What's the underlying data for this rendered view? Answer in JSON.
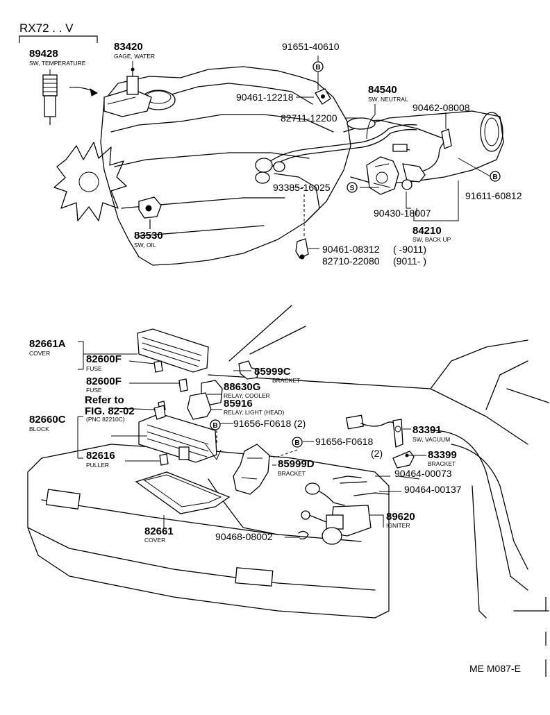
{
  "model": "RX72 . . V",
  "figure_code": "ME M087-E",
  "callouts": {
    "p89428": {
      "num": "89428",
      "desc": "SW, TEMPERATURE"
    },
    "p83420": {
      "num": "83420",
      "desc": "GAGE, WATER"
    },
    "p91651": {
      "num": "91651-40610"
    },
    "p90461a": {
      "num": "90461-12218"
    },
    "p84540": {
      "num": "84540",
      "desc": "SW, NEUTRAL"
    },
    "p82711": {
      "num": "82711-12200"
    },
    "p90462": {
      "num": "90462-08008"
    },
    "p93385": {
      "num": "93385-16025"
    },
    "p91611": {
      "num": "91611-60812"
    },
    "p90430": {
      "num": "90430-18007"
    },
    "p84210": {
      "num": "84210",
      "desc": "SW, BACK UP"
    },
    "p83530": {
      "num": "83530",
      "desc": "SW, OIL"
    },
    "p90461b": {
      "num": "90461-08312",
      "range": "(      -9011)"
    },
    "p82710": {
      "num": "82710-22080",
      "range": "(9011-      )"
    },
    "p82661A": {
      "num": "82661A",
      "desc": "COVER"
    },
    "p82600F1": {
      "num": "82600F",
      "desc": "FUSE"
    },
    "p82600F2": {
      "num": "82600F",
      "desc": "FUSE"
    },
    "refer": {
      "line1": "Refer to",
      "line2": "FIG. 82-02",
      "line3": "(PNC 82210C)"
    },
    "p82660C": {
      "num": "82660C",
      "desc": "BLOCK"
    },
    "p82616": {
      "num": "82616",
      "desc": "PULLER"
    },
    "p82661": {
      "num": "82661",
      "desc": "COVER"
    },
    "p85999C": {
      "num": "85999C",
      "desc": "BRACKET"
    },
    "p88630G": {
      "num": "88630G",
      "desc": "RELAY, COOLER"
    },
    "p85916": {
      "num": "85916",
      "desc": "RELAY, LIGHT (HEAD)"
    },
    "p91656a": {
      "num": "91656-F0618 (2)"
    },
    "p91656b": {
      "num": "91656-F0618",
      "qty": "(2)"
    },
    "p85999D": {
      "num": "85999D",
      "desc": "BRACKET"
    },
    "p83391": {
      "num": "83391",
      "desc": "SW, VACUUM"
    },
    "p83399": {
      "num": "83399",
      "desc": "BRACKET"
    },
    "p90464a": {
      "num": "90464-00073"
    },
    "p90464b": {
      "num": "90464-00137"
    },
    "p89620": {
      "num": "89620",
      "desc": "IGNITER"
    },
    "p90468": {
      "num": "90468-08002"
    }
  },
  "symbols": {
    "b": "B",
    "s": "S"
  }
}
